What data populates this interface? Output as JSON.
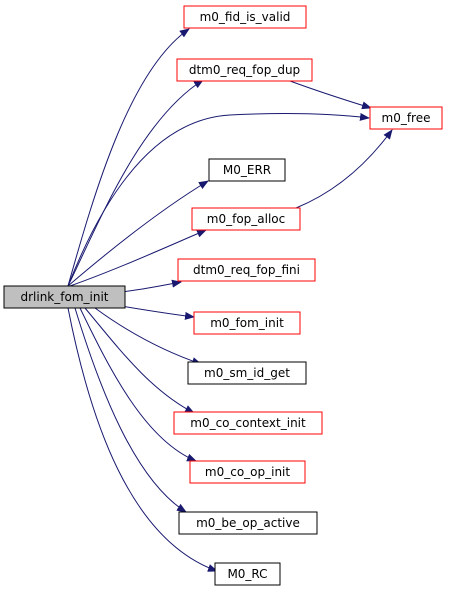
{
  "graph": {
    "root": {
      "id": "root",
      "label": "drlink_fom_init",
      "style": "root"
    },
    "nodes": [
      {
        "id": "fid_is_valid",
        "label": "m0_fid_is_valid",
        "style": "red"
      },
      {
        "id": "req_fop_dup",
        "label": "dtm0_req_fop_dup",
        "style": "red"
      },
      {
        "id": "free",
        "label": "m0_free",
        "style": "red"
      },
      {
        "id": "err",
        "label": "M0_ERR",
        "style": "black"
      },
      {
        "id": "fop_alloc",
        "label": "m0_fop_alloc",
        "style": "red"
      },
      {
        "id": "req_fop_fini",
        "label": "dtm0_req_fop_fini",
        "style": "red"
      },
      {
        "id": "fom_init",
        "label": "m0_fom_init",
        "style": "red"
      },
      {
        "id": "sm_id_get",
        "label": "m0_sm_id_get",
        "style": "black"
      },
      {
        "id": "co_context_init",
        "label": "m0_co_context_init",
        "style": "red"
      },
      {
        "id": "co_op_init",
        "label": "m0_co_op_init",
        "style": "red"
      },
      {
        "id": "be_op_active",
        "label": "m0_be_op_active",
        "style": "black"
      },
      {
        "id": "rc",
        "label": "M0_RC",
        "style": "black"
      }
    ],
    "edges": [
      {
        "from": "root",
        "to": "fid_is_valid"
      },
      {
        "from": "root",
        "to": "req_fop_dup"
      },
      {
        "from": "root",
        "to": "free"
      },
      {
        "from": "root",
        "to": "err"
      },
      {
        "from": "root",
        "to": "fop_alloc"
      },
      {
        "from": "root",
        "to": "req_fop_fini"
      },
      {
        "from": "root",
        "to": "fom_init"
      },
      {
        "from": "root",
        "to": "sm_id_get"
      },
      {
        "from": "root",
        "to": "co_context_init"
      },
      {
        "from": "root",
        "to": "co_op_init"
      },
      {
        "from": "root",
        "to": "be_op_active"
      },
      {
        "from": "root",
        "to": "rc"
      },
      {
        "from": "req_fop_dup",
        "to": "free"
      },
      {
        "from": "fop_alloc",
        "to": "free"
      }
    ]
  },
  "colors": {
    "edge": "#191970",
    "red_border": "#ff0000",
    "black_border": "#000000",
    "root_fill": "#bfbfbf",
    "node_fill": "#ffffff"
  }
}
